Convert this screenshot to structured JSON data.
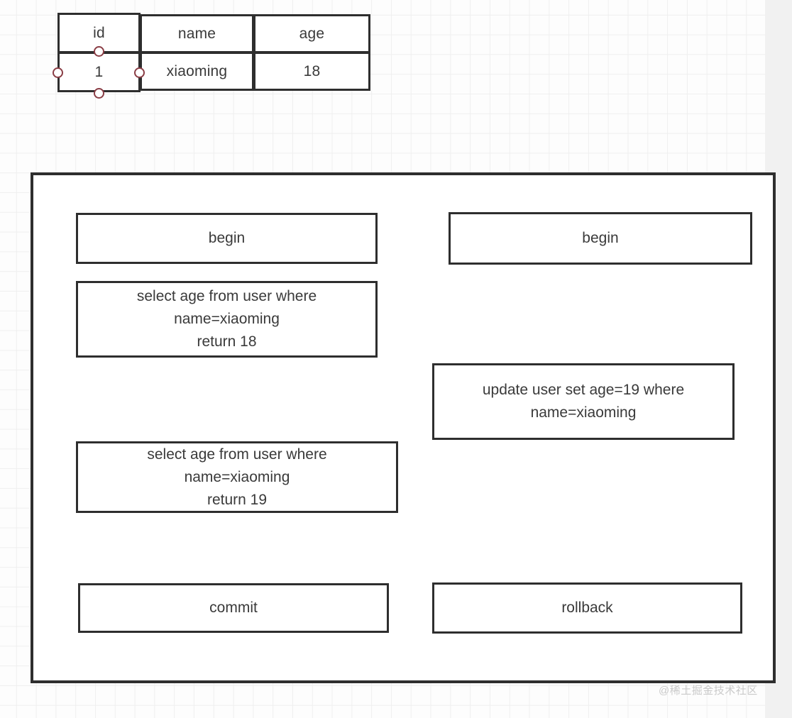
{
  "table": {
    "columns": [
      "id",
      "name",
      "age"
    ],
    "rows": [
      {
        "id": "1",
        "name": "xiaoming",
        "age": "18"
      }
    ],
    "handle_color": "#8a3d45"
  },
  "diagram": {
    "left_transaction": {
      "steps": [
        {
          "label": "begin"
        },
        {
          "label": "select age from user where\nname=xiaoming\nreturn 18"
        },
        {
          "label": "select age from user where\nname=xiaoming\nreturn 19"
        },
        {
          "label": "commit"
        }
      ]
    },
    "right_transaction": {
      "steps": [
        {
          "label": "begin"
        },
        {
          "label": "update user set age=19 where\nname=xiaoming"
        },
        {
          "label": "rollback"
        }
      ]
    },
    "border_color": "#2e2e2e",
    "text_color": "#3a3a3a"
  },
  "watermark": {
    "text": "@稀土掘金技术社区"
  }
}
